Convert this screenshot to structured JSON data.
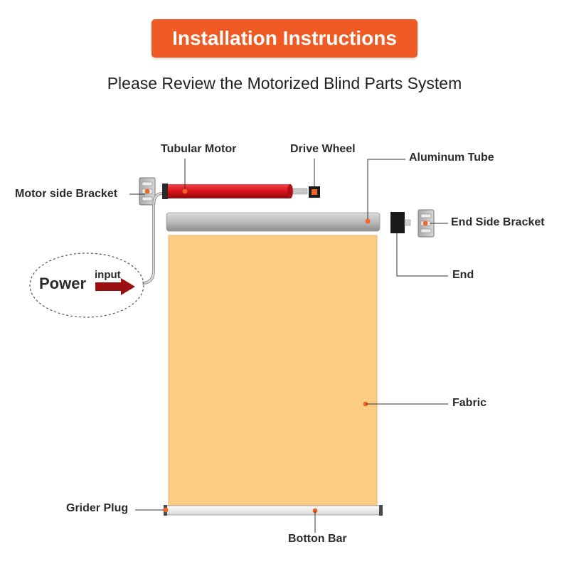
{
  "header": {
    "title": "Installation Instructions",
    "subtitle": "Please Review the Motorized Blind Parts System"
  },
  "labels": {
    "tubular_motor": "Tubular Motor",
    "drive_wheel": "Drive Wheel",
    "aluminum_tube": "Aluminum Tube",
    "motor_side_bracket": "Motor side Bracket",
    "end_side_bracket": "End Side Bracket",
    "end": "End",
    "fabric": "Fabric",
    "grider_plug": "Grider Plug",
    "botton_bar": "Botton Bar",
    "power": "Power",
    "input": "input"
  },
  "colors": {
    "banner": "#f05a24",
    "motor": "#d8141a",
    "fabric": "#fbcd84",
    "marker": "#f26522",
    "arrow": "#9b1111"
  }
}
